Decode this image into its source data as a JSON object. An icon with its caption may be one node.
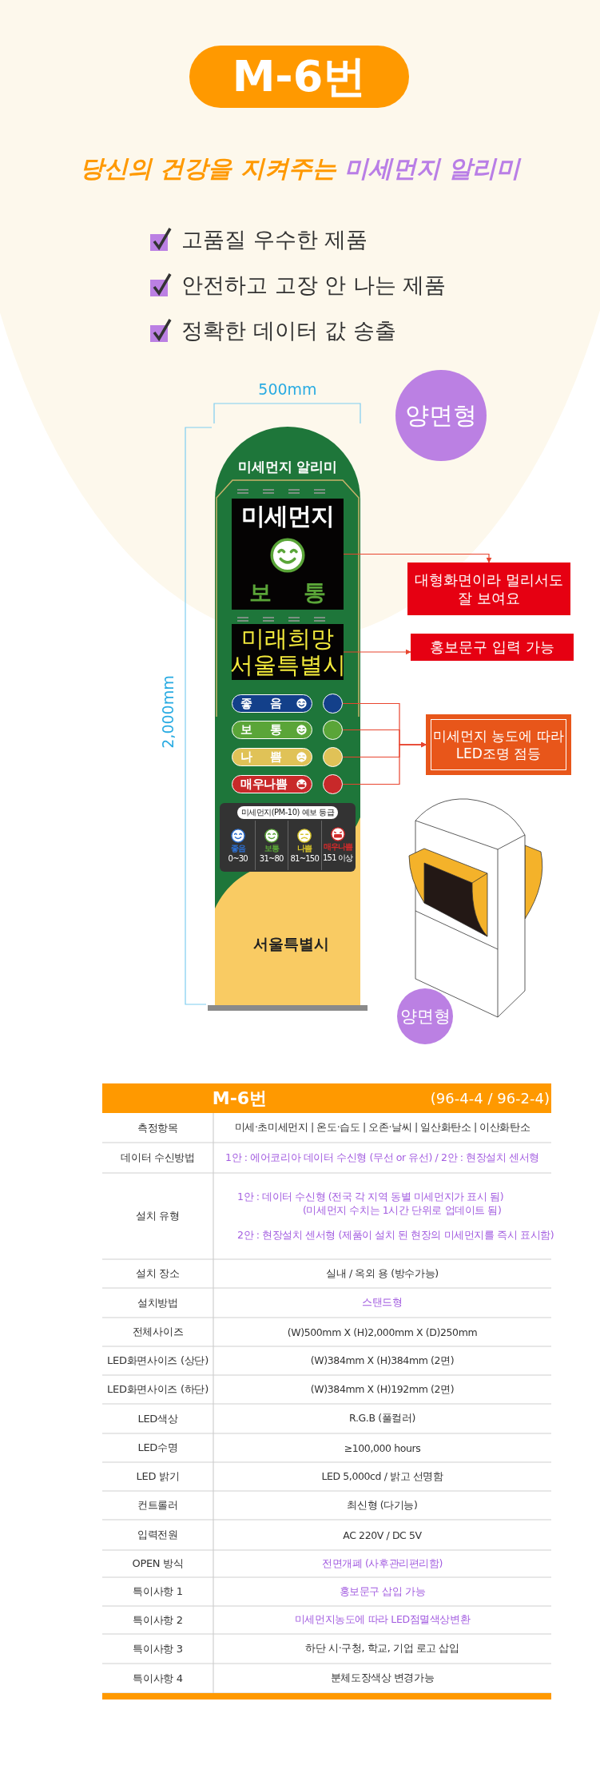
{
  "diagram": {
    "nodes": [
      {
        "text": [
          "M-6번"
        ]
      },
      {
        "text": [
          "양면형"
        ]
      },
      {
        "text": [
          "미세먼지 알리미",
          "서울특별시"
        ]
      },
      {
        "text": [
          "미세먼지",
          "보 통"
        ],
        "in": 2
      },
      {
        "text": [
          "미래희망 서울특별시"
        ],
        "in": 2
      },
      {
        "text": [
          "좋 음"
        ],
        "in": 2
      },
      {
        "text": [
          "보 통"
        ],
        "in": 2
      },
      {
        "text": [
          "나 쁨"
        ],
        "in": 2
      },
      {
        "text": [
          "매우나쁨"
        ],
        "in": 2
      },
      {
        "text": [],
        "shape": "circle",
        "in": 2
      },
      {
        "text": [],
        "shape": "circle",
        "in": 2
      },
      {
        "text": [],
        "shape": "circle",
        "in": 2
      },
      {
        "text": [],
        "shape": "circle",
        "in": 2
      },
      {
        "text": [
          "미세먼지(PM-10) 예보 등급",
          "좋음",
          "0~30",
          "보통",
          "31~80",
          "나쁨",
          "81~150",
          "매우나쁨",
          "151 이상"
        ],
        "in": 2
      },
      {
        "text": [
          "대형화면이라 멀리서도 잘 보여요"
        ]
      },
      {
        "text": [
          "홍보문구 입력 가능"
        ]
      },
      {
        "text": [
          "미세먼지 농도에 따라 LED조명 점등"
        ]
      },
      {
        "text": [
          "양면형"
        ]
      }
    ],
    "edges": [
      {
        "from": 3,
        "to": 14,
        "arrow": "to"
      },
      {
        "from": 4,
        "to": 15,
        "arrow": "to"
      },
      {
        "from": 9,
        "to": 16,
        "arrow": "to"
      },
      {
        "from": 10,
        "to": 16,
        "arrow": "to"
      },
      {
        "from": 11,
        "to": 16,
        "arrow": "to"
      },
      {
        "from": 12,
        "to": 16,
        "arrow": "to"
      }
    ],
    "labels": [
      "당신의 건강을 지켜주는",
      "미세먼지 알리미",
      "고품질 우수한 제품",
      "안전하고 고장 안 나는 제품",
      "정확한 데이터 값 송출",
      "500mm",
      "2,000mm",
      "M-6번",
      "(96-4-4 / 96-2-4)",
      "측정항목",
      "미세·초미세먼지 | 온도·습도 | 오존·날씨 | 일산화탄소 | 이산화탄소",
      "데이터 수신방법",
      "1안 : 에어코리아 데이터 수신형 (무선 or 유선) / 2안 : 현장설치 센서형",
      "설치 유형",
      "1안 : 데이터 수신형 (전국 각 지역 동별 미세먼지가 표시 됨)",
      "(미세먼지 수치는 1시간 단위로 업데이트 됨)",
      "2안 : 현장설치 센서형 (제품이 설치 된 현장의 미세먼지를 즉시 표시함)",
      "설치 장소",
      "실내 / 옥외 용 (방수가능)",
      "설치방법",
      "스탠드형",
      "전체사이즈",
      "(W)500mm X (H)2,000mm X (D)250mm",
      "LED화면사이즈 (상단)",
      "(W)384mm X (H)384mm (2면)",
      "LED화면사이즈 (하단)",
      "(W)384mm X (H)192mm (2면)",
      "LED색상",
      "R.G.B (풀컬러)",
      "LED수명",
      "≥100,000 hours",
      "LED 밝기",
      "LED 5,000cd / 밝고 선명함",
      "컨트롤러",
      "최신형 (다기능)",
      "입력전원",
      "AC 220V / DC 5V",
      "OPEN 방식",
      "전면개폐 (사후관리편리함)",
      "특이사항 1",
      "홍보문구 삽입 가능",
      "특이사항 2",
      "미세먼지농도에 따라 LED점멸색상변환",
      "특이사항 3",
      "하단 시·구청, 학교, 기업 로고 삽입",
      "특이사항 4",
      "분체도장색상 변경가능"
    ]
  }
}
